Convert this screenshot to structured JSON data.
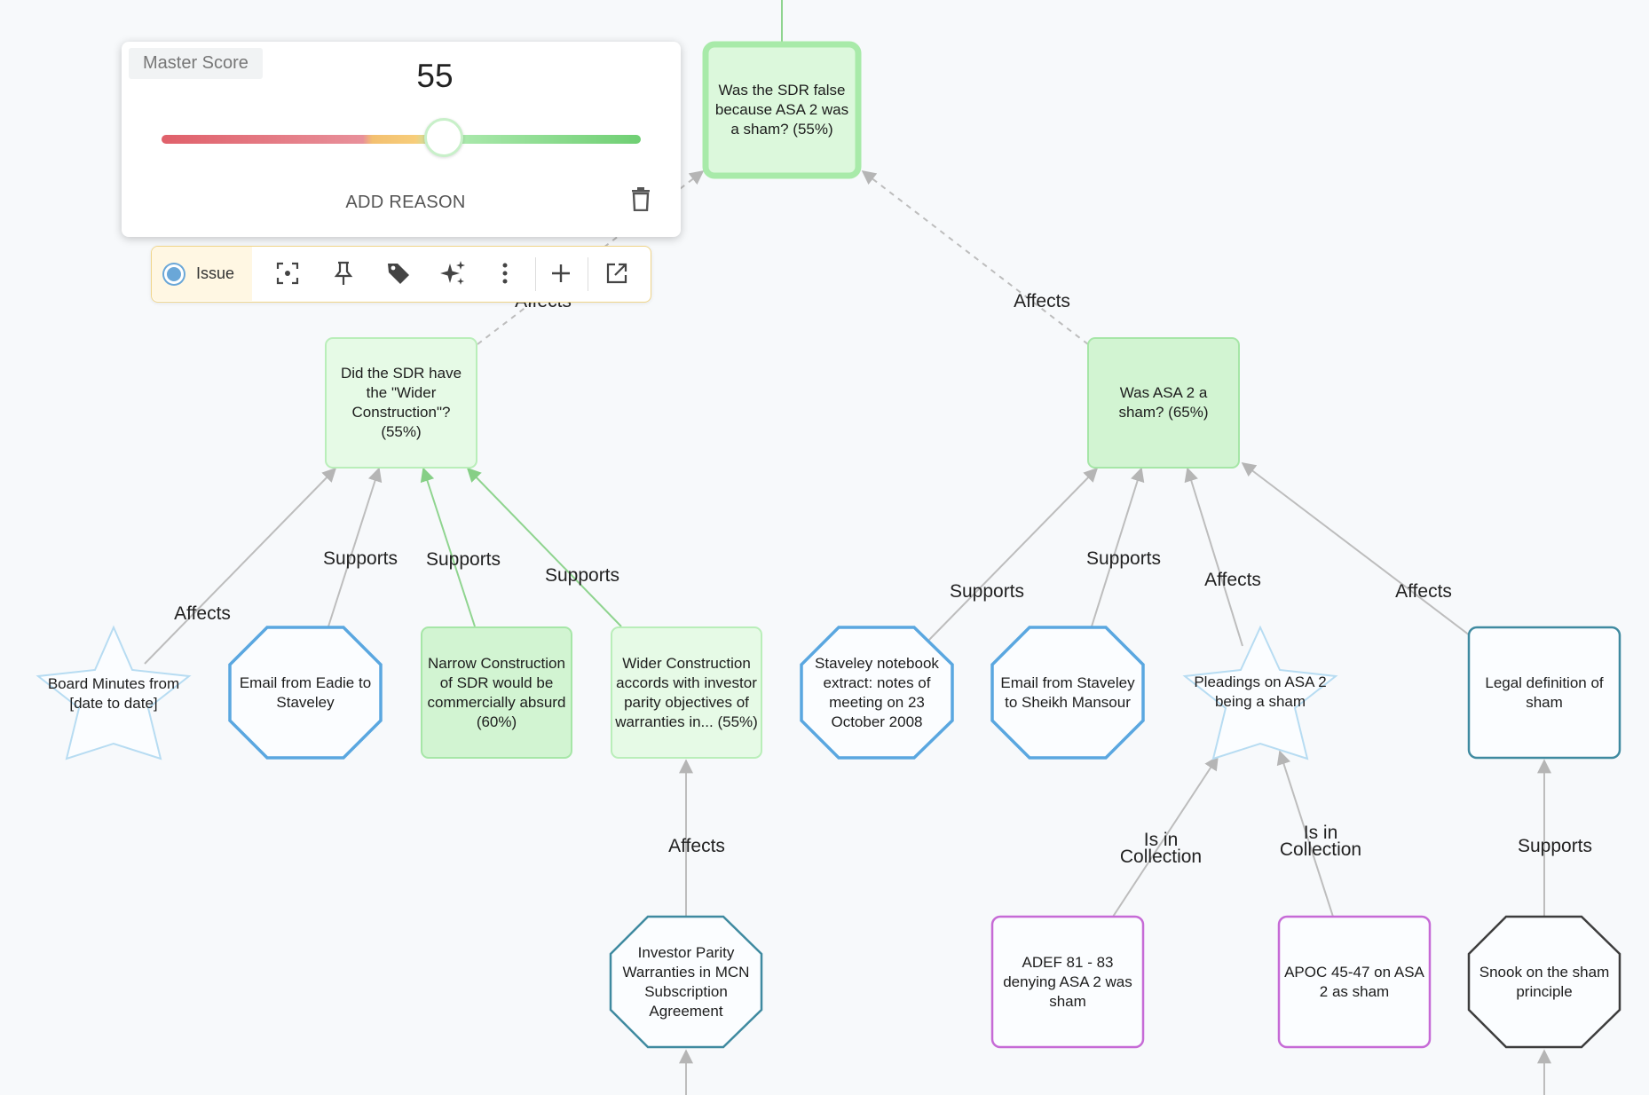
{
  "master_score": {
    "label": "Master Score",
    "value": "55",
    "add_reason_label": "ADD REASON"
  },
  "toolbar": {
    "issue_label": "Issue",
    "buttons": [
      "focus-icon",
      "pin-icon",
      "tag-icon",
      "sparkle-icon",
      "more-vertical-icon",
      "plus-icon",
      "open-external-icon"
    ]
  },
  "nodes": [
    {
      "id": "sdr_false",
      "text": "Was the SDR false because ASA 2 was a sham? (55%)",
      "shape": "rect",
      "style": "green-selected"
    },
    {
      "id": "wider_construction",
      "text": "Did the SDR have the \"Wider Construction\"? (55%)",
      "shape": "rect",
      "style": "green-light"
    },
    {
      "id": "asa2_sham",
      "text": "Was ASA 2 a sham? (65%)",
      "shape": "rect",
      "style": "green"
    },
    {
      "id": "board_minutes",
      "text": "Board Minutes from [date to date]",
      "shape": "star",
      "style": "lightblue"
    },
    {
      "id": "email_eadie",
      "text": "Email from Eadie to Staveley",
      "shape": "octagon",
      "style": "blue"
    },
    {
      "id": "narrow_construction",
      "text": "Narrow Construction of SDR would be commercially absurd (60%)",
      "shape": "rect",
      "style": "green"
    },
    {
      "id": "wider_accords",
      "text": "Wider Construction accords with investor parity objectives of warranties in... (55%)",
      "shape": "rect",
      "style": "green-light"
    },
    {
      "id": "staveley_notebook",
      "text": "Staveley notebook extract: notes of meeting on 23 October 2008",
      "shape": "octagon",
      "style": "blue"
    },
    {
      "id": "email_staveley",
      "text": "Email from Staveley to Sheikh Mansour",
      "shape": "octagon",
      "style": "blue"
    },
    {
      "id": "pleadings",
      "text": "Pleadings on ASA 2 being a sham",
      "shape": "star",
      "style": "lightblue"
    },
    {
      "id": "legal_definition",
      "text": "Legal definition of sham",
      "shape": "rect",
      "style": "teal"
    },
    {
      "id": "investor_parity",
      "text": "Investor Parity Warranties in MCN Subscription Agreement",
      "shape": "octagon",
      "style": "teal"
    },
    {
      "id": "adef",
      "text": "ADEF 81 - 83 denying ASA 2 was sham",
      "shape": "rect",
      "style": "purple"
    },
    {
      "id": "apoc",
      "text": "APOC 45-47 on ASA 2 as sham",
      "shape": "rect",
      "style": "purple"
    },
    {
      "id": "snook",
      "text": "Snook on the sham principle",
      "shape": "octagon",
      "style": "dark"
    }
  ],
  "edge_labels": [
    {
      "id": "e_top_left",
      "text": "Affects"
    },
    {
      "id": "e_top_right",
      "text": "Affects"
    },
    {
      "id": "e_board",
      "text": "Affects"
    },
    {
      "id": "e_eadie",
      "text": "Supports"
    },
    {
      "id": "e_narrow",
      "text": "Supports"
    },
    {
      "id": "e_wider",
      "text": "Supports"
    },
    {
      "id": "e_investor",
      "text": "Affects"
    },
    {
      "id": "e_notebook",
      "text": "Supports"
    },
    {
      "id": "e_email_stav",
      "text": "Supports"
    },
    {
      "id": "e_pleadings",
      "text": "Affects"
    },
    {
      "id": "e_legal",
      "text": "Affects"
    },
    {
      "id": "e_adef",
      "text": "Is in\nCollection"
    },
    {
      "id": "e_apoc",
      "text": "Is in\nCollection"
    },
    {
      "id": "e_snook",
      "text": "Supports"
    }
  ],
  "colors": {
    "green_fill": "#d4f5d4",
    "green_border": "#9ee69f",
    "green_light_fill": "#e6fae6",
    "green_light_border": "#b9eeb9",
    "blue_border": "#5aa7e0",
    "lightblue_border": "#b7dcf2",
    "teal_border": "#3f8aa0",
    "purple_border": "#c66ad6",
    "dark_border": "#3d3d3d",
    "edge_grey": "#bdbdbd",
    "edge_green": "#8fd48f"
  }
}
